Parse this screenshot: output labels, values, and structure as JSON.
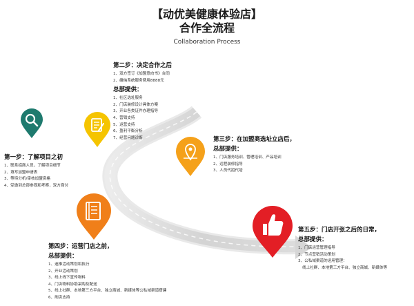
{
  "title": {
    "line1": "【动优美健康体验店】",
    "line2": "合作全流程",
    "subtitle": "Collaboration Process"
  },
  "colors": {
    "pin_search": "#1e7a6e",
    "pin_doc": "#f5c400",
    "pin_location": "#f5a11a",
    "pin_book": "#f07f19",
    "pin_thumb": "#e31e25",
    "road": "#d9d9d9"
  },
  "icons": [
    "search-icon",
    "document-icon",
    "location-icon",
    "book-icon",
    "thumbs-up-icon"
  ],
  "step1": {
    "title": "第一步：了解项目之初",
    "items": [
      "1、联系招商人员，了解项目细节",
      "2、填写加盟申请表",
      "3、等待分析/审核加盟资格",
      "4、受邀到总部参观和考察，双方商讨"
    ]
  },
  "step2": {
    "title": "第二步：决定合作之后",
    "items": [
      "1、双方签订《加盟意向书》合同",
      "2、缴纳系统服务费用8888元"
    ],
    "provide": "总部提供：",
    "provide_items": [
      "1、社区选址服务",
      "2、门店装修设计具体方案",
      "3、开业各类证件办理指导",
      "4、营销支持",
      "5、运营支持",
      "6、盈利平衡分析",
      "7、经营问题诊断"
    ]
  },
  "step3": {
    "title": "第三步：在加盟商选址立店后，",
    "provide": "总部提供：",
    "items": [
      "1、门店服务培训、管理培训、产品培训",
      "2、远程装修指导",
      "3、人员代招代培"
    ]
  },
  "step4": {
    "title": "第四步：运营门店之前，",
    "provide": "总部提供：",
    "items": [
      "1、迪推活动策划和执行",
      "2、开业活动策划",
      "3、线上线下宣传物料",
      "4、门店物料协助采购及配送",
      "5、线上社群、本地第三方平台、独立商城、新媒体等公私域渠道搭建",
      "6、刷店支持"
    ]
  },
  "step5": {
    "title": "第五步：门店开张之后的日常，",
    "provide": "总部提供：",
    "items": [
      "1、门店运营管理指导",
      "2、节点营销活动策划",
      "3、公私域渠道的运用管理：",
      "线上社群、本地第三方平台、独立商城、新媒体等"
    ]
  }
}
